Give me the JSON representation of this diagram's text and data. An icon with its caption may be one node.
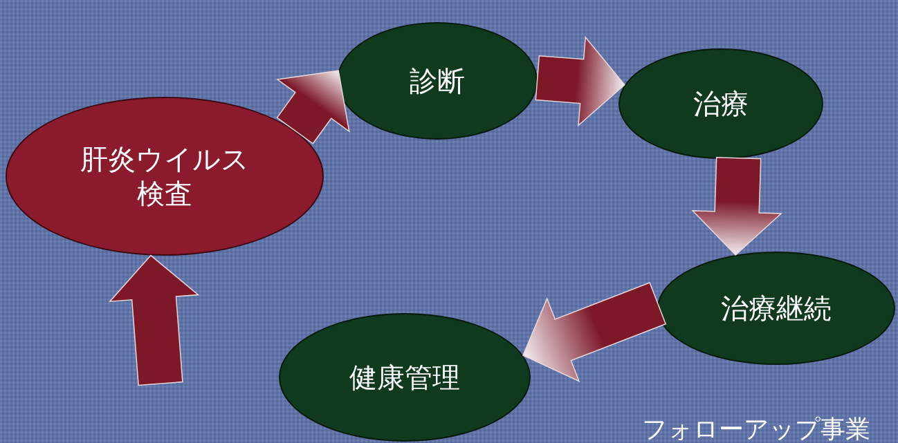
{
  "diagram": {
    "nodes": [
      {
        "text": [
          "肝炎ウイルス検査"
        ]
      },
      {
        "text": [
          "診断"
        ]
      },
      {
        "text": [
          "治療"
        ]
      },
      {
        "text": [
          "治療継続"
        ]
      },
      {
        "text": [
          "健康管理"
        ]
      }
    ],
    "edges": [
      {
        "from": null,
        "to": 0,
        "arrow": "to"
      },
      {
        "from": 0,
        "to": 1,
        "arrow": "to"
      },
      {
        "from": 1,
        "to": 2,
        "arrow": "to"
      },
      {
        "from": 2,
        "to": 3,
        "arrow": "to"
      },
      {
        "from": 3,
        "to": 4,
        "arrow": "to"
      }
    ],
    "labels": [
      "フォローアップ事業"
    ]
  }
}
